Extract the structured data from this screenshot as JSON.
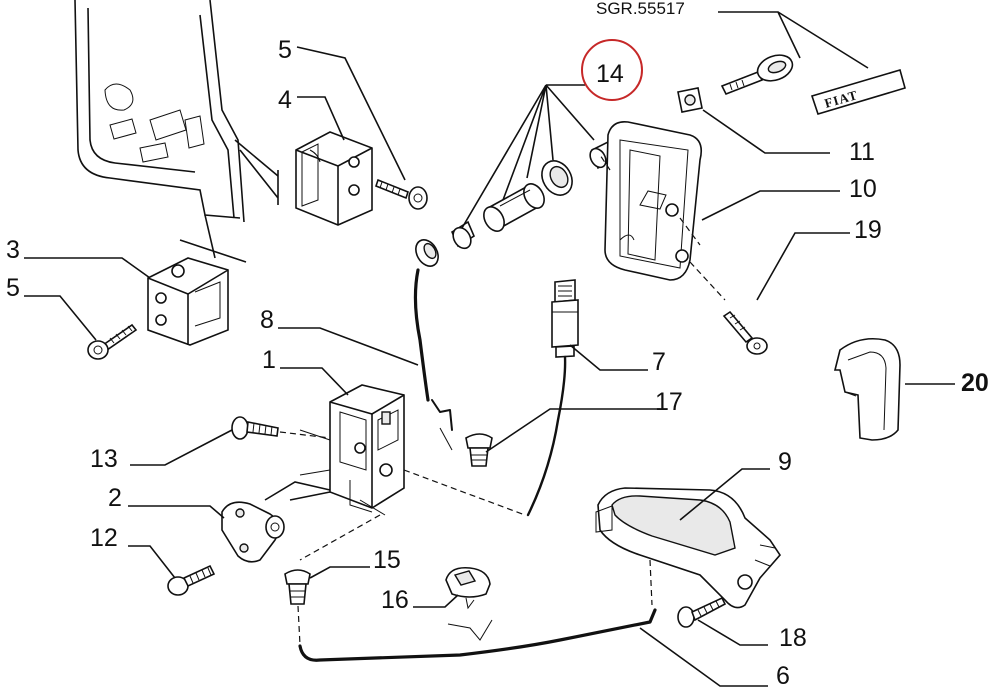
{
  "reference_code": "SGR.55517",
  "badge_text": "FIAT",
  "highlight_color": "#c62828",
  "callouts": {
    "c1": "1",
    "c2": "2",
    "c3": "3",
    "c4": "4",
    "c5a": "5",
    "c5b": "5",
    "c6": "6",
    "c7": "7",
    "c8": "8",
    "c9": "9",
    "c10": "10",
    "c11": "11",
    "c12": "12",
    "c13": "13",
    "c14": "14",
    "c15": "15",
    "c16": "16",
    "c17": "17",
    "c18": "18",
    "c19": "19",
    "c20": "20"
  },
  "highlighted_part": "14"
}
